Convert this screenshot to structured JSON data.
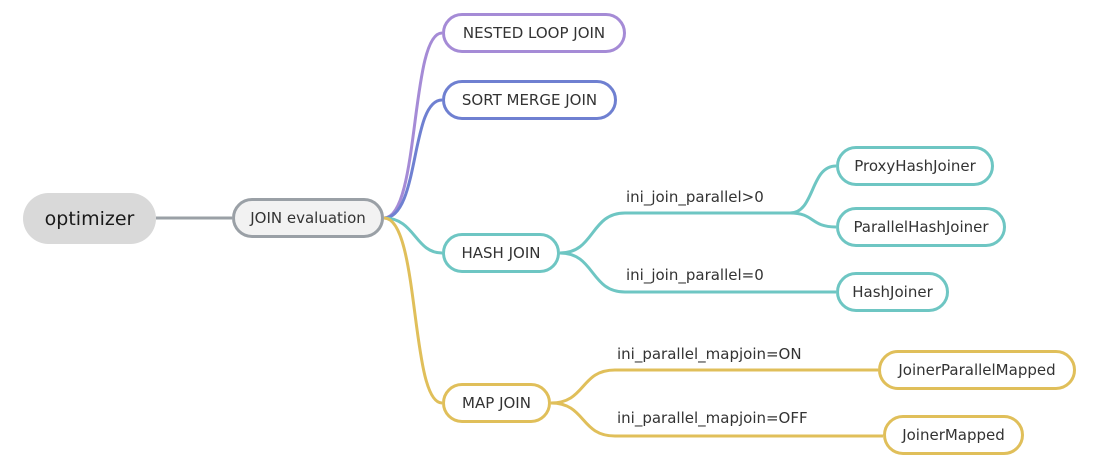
{
  "colors": {
    "root_fill": "#d9d9d9",
    "hub_border": "#9aa0a6",
    "nested_loop": "#a58bd6",
    "sort_merge": "#6f80d1",
    "hash": "#6ec6c3",
    "map": "#e0bf5a"
  },
  "mindmap": {
    "root": "optimizer",
    "hub": "JOIN evaluation",
    "branches": {
      "nested_loop": "NESTED LOOP JOIN",
      "sort_merge": "SORT MERGE JOIN",
      "hash": "HASH JOIN",
      "map": "MAP JOIN"
    },
    "hash_children": {
      "parallel_label": "ini_join_parallel>0",
      "proxy": "ProxyHashJoiner",
      "parallel": "ParallelHashJoiner",
      "serial_label": "ini_join_parallel=0",
      "serial": "HashJoiner"
    },
    "map_children": {
      "on_label": "ini_parallel_mapjoin=ON",
      "parallel_mapped": "JoinerParallelMapped",
      "off_label": "ini_parallel_mapjoin=OFF",
      "mapped": "JoinerMapped"
    }
  }
}
